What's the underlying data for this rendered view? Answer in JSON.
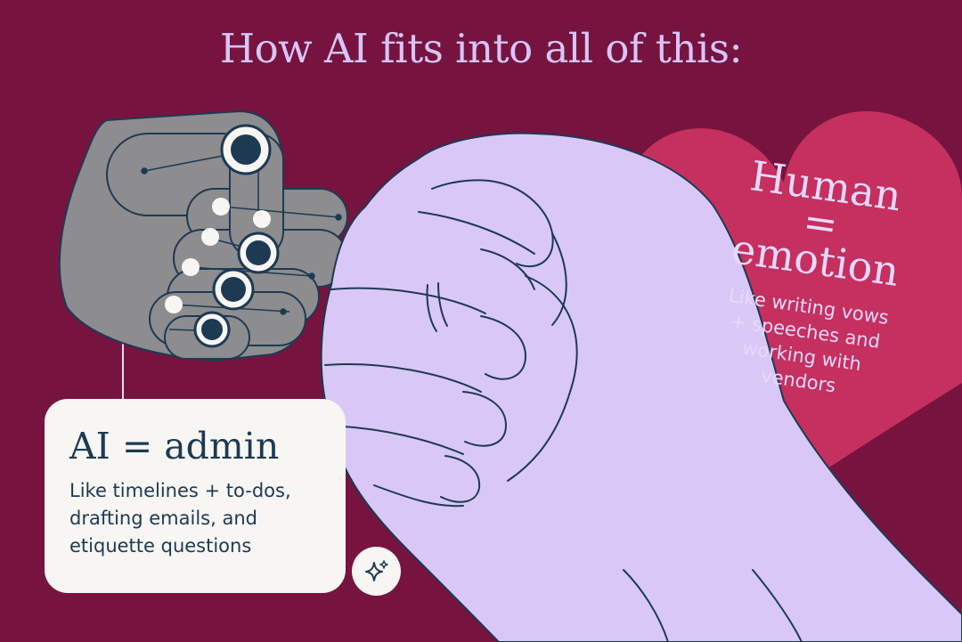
{
  "headline": "How AI fits into all of this:",
  "human_card": {
    "title_line1": "Human",
    "title_line2": "=",
    "title_line3": "emotion",
    "body_lines": [
      "Like writing vows",
      "+ speeches and",
      "working with",
      "vendors"
    ]
  },
  "ai_card": {
    "title": "AI = admin",
    "body_lines": [
      "Like timelines + to-dos,",
      "drafting emails, and",
      "etiquette questions"
    ]
  },
  "icons": {
    "sparkle": "sparkle-icon",
    "robot_hand": "robot-hand-illustration",
    "human_hand": "human-fist-illustration",
    "heart": "heart-shape"
  },
  "colors": {
    "background": "#76143f",
    "headline": "#d7c5f7",
    "human_hand": "#d9c8f7",
    "robot_hand": "#8d8c8e",
    "heart": "#c5305f",
    "card": "#f7f6f3",
    "navy": "#1d3a53"
  }
}
